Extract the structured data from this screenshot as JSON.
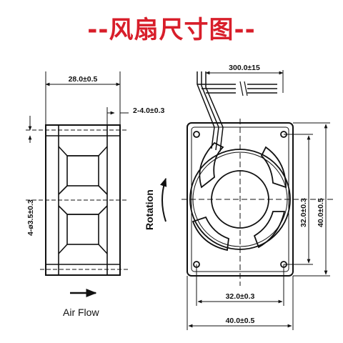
{
  "title": "--风扇尺寸图--",
  "colors": {
    "title": "#d81e2a",
    "line": "#111111"
  },
  "side_view": {
    "width_dim": "28.0±0.5",
    "flange_dim": "2-4.0±0.3",
    "hole_dim": "4-ø3.5±0.3",
    "airflow_label": "Air Flow",
    "airflow_icon": "arrow-right-icon"
  },
  "front_view": {
    "cable_dim": "300.0±15",
    "hole_spacing_v": "32.0±0.3",
    "overall_v": "40.0±0.5",
    "hole_spacing_h": "32.0±0.3",
    "overall_h": "40.0±0.5",
    "rotation_label": "Rotation",
    "rotation_icon": "curved-arrow-icon"
  }
}
